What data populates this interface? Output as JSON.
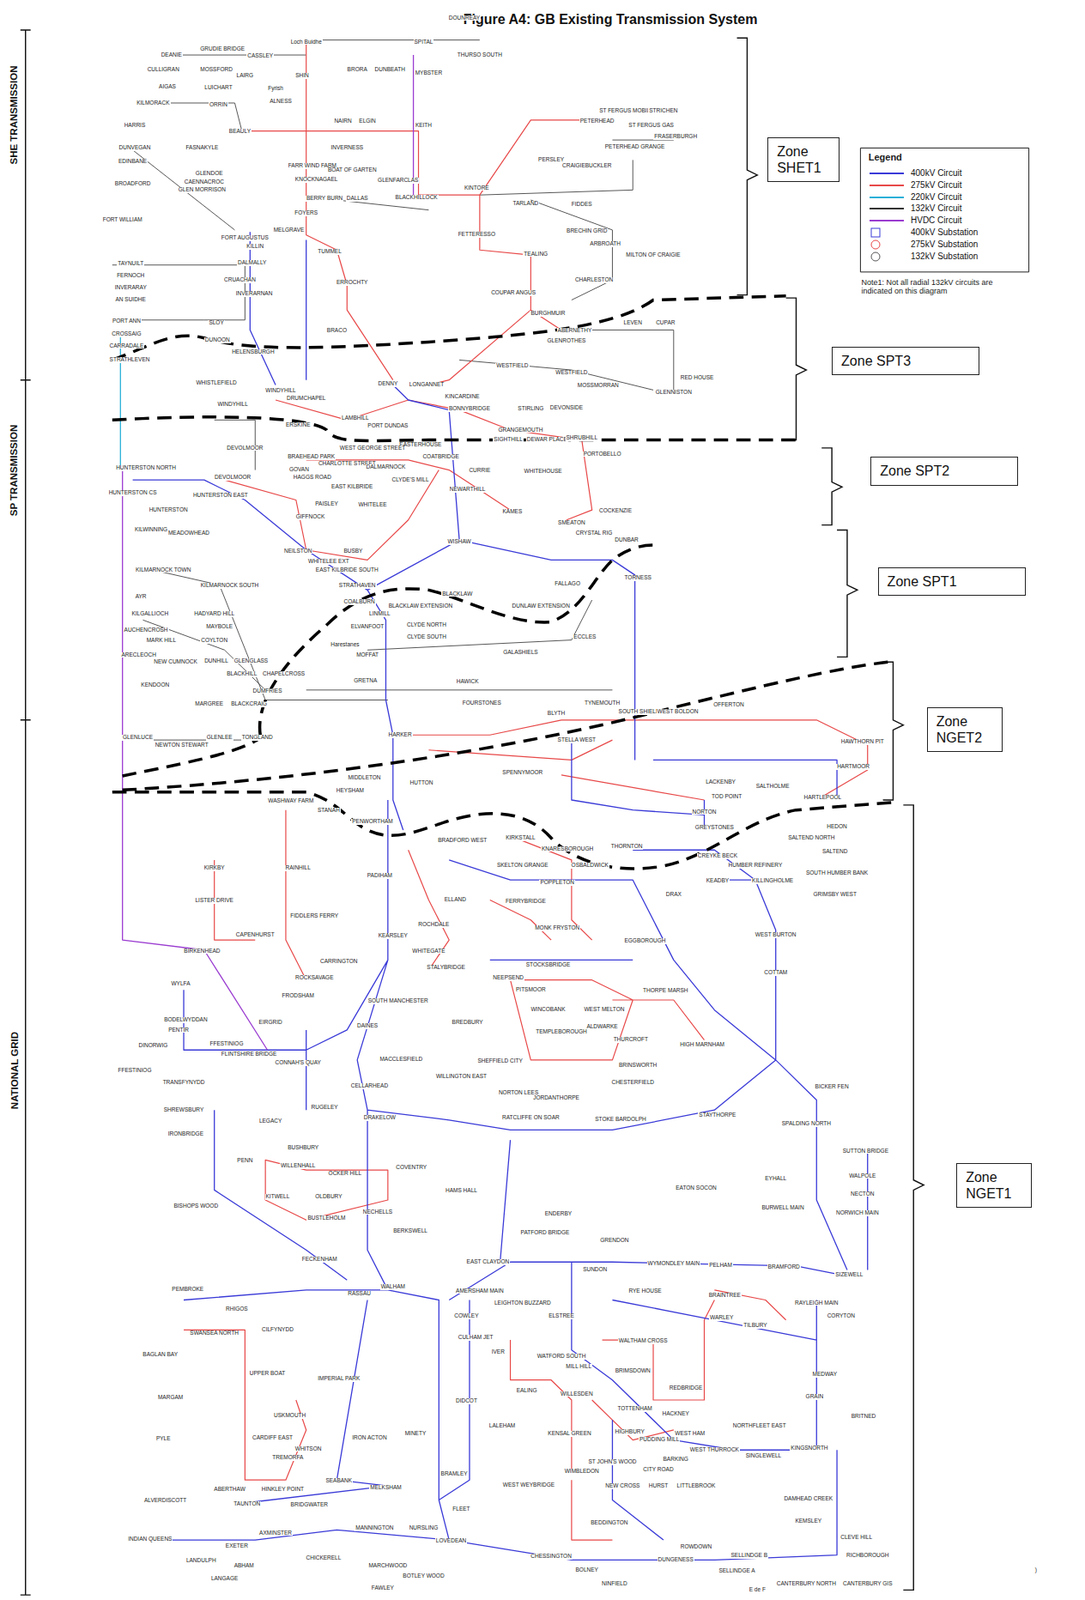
{
  "diagram": {
    "title": "Figure A4: GB Existing Transmission System",
    "nodes": [
      {
        "text": [
          "Zone SHET1"
        ]
      },
      {
        "text": [
          "Zone SPT3"
        ]
      },
      {
        "text": [
          "Zone SPT2"
        ]
      },
      {
        "text": [
          "Zone SPT1"
        ]
      },
      {
        "text": [
          "Zone NGET2"
        ]
      },
      {
        "text": [
          "Zone NGET1"
        ]
      }
    ],
    "labels": [
      "SHE TRANSMISSION",
      "SP TRANSMISSION",
      "NATIONAL GRID",
      "Legend",
      "Note1: Not all radial 132kV circuits are indicated on this diagram",
      ")",
      "DOUNREAY",
      "Loch Buidhe",
      "SPITAL",
      "THURSO SOUTH",
      "GRUDIE BRIDGE",
      "DEANIE",
      "CASSLEY",
      "BRORA",
      "DUNBEATH",
      "MYBSTER",
      "CULLIGRAN",
      "MOSSFORD",
      "LAIRG",
      "SHIN",
      "AIGAS",
      "LUICHART",
      "Fyrish",
      "ALNESS",
      "KILMORACK",
      "ORRIN",
      "HARRIS",
      "BEAULY",
      "NAIRN",
      "ELGIN",
      "KEITH",
      "INVERNESS",
      "PETERHEAD",
      "ST FERGUS MOBIL",
      "STRICHEN",
      "FRASERBURGH",
      "ST FERGUS GAS",
      "PETERHEAD GRANGE",
      "DUNVEGAN",
      "FASNAKYLE",
      "PERSLEY",
      "CRAIGIEBUCKLER",
      "FARR WIND FARM",
      "BOAT OF GARTEN",
      "GLENDOE",
      "KNOCKNAGAEL",
      "GLENFARCLAS",
      "CAENNACROC",
      "EDINBANE",
      "BROADFORD",
      "GLEN MORRISON",
      "BERRY BURN",
      "DALLAS",
      "BLACKHILLOCK",
      "KINTORE",
      "TARLAND",
      "FIDDES",
      "FOYERS",
      "FORT WILLIAM",
      "MELGRAVE",
      "BRECHIN GRID",
      "FETTERESSO",
      "FORT AUGUSTUS",
      "KILLIN",
      "TUMMEL",
      "ARBROATH",
      "TEALING",
      "MILTON OF CRAIGIE",
      "TAYNUILT",
      "DALMALLY",
      "FERNOCH",
      "CRUACHAN",
      "CHARLESTON",
      "ERROCHTY",
      "INVERARAY",
      "INVERARNAN",
      "COUPAR ANGUS",
      "AN SUIDHE",
      "BURGHMUIR",
      "PORT ANN",
      "SLOY",
      "LEVEN",
      "CUPAR",
      "ABERNETHY",
      "BRACO",
      "CROSSAIG",
      "DUNOON",
      "GLENROTHES",
      "CARRADALE",
      "HELENSBURGH",
      "STRATHLEVEN",
      "WESTFIELD",
      "WESTFIELD",
      "RED HOUSE",
      "WHISTLEFIELD",
      "DENNY",
      "LONGANNET",
      "MOSSMORRAN",
      "GLENNISTON",
      "WINDYHILL",
      "KINCARDINE",
      "DRUMCHAPEL",
      "WINDYHILL",
      "BONNYBRIDGE",
      "STIRLING",
      "DEVONSIDE",
      "LAMBHILL",
      "ERSKINE",
      "PORT DUNDAS",
      "GRANGEMOUTH",
      "SIGHTHILL",
      "DEWAR PLACE",
      "SHRUBHILL",
      "EASTERHOUSE",
      "WEST GEORGE STREET",
      "DEVOLMOOR",
      "PORTOBELLO",
      "BRAEHEAD PARK",
      "COATBRIDGE",
      "CHARLOTTE STREET",
      "DALMARNOCK",
      "HUNTERSTON NORTH",
      "CURRIE",
      "WHITEHOUSE",
      "GOVAN",
      "DEVOLMOOR",
      "HAGGS ROAD",
      "CLYDE'S MILL",
      "EAST KILBRIDE",
      "NEWARTHILL",
      "HUNTERSTON CS",
      "HUNTERSTON EAST",
      "PAISLEY",
      "WHITELEE",
      "HUNTERSTON",
      "COCKENZIE",
      "KAMES",
      "GIFFNOCK",
      "SMEATON",
      "KILWINNING",
      "MEADOWHEAD",
      "CRYSTAL RIG",
      "DUNBAR",
      "WISHAW",
      "NEILSTON",
      "BUSBY",
      "WHITELEE EXT",
      "EAST KILBRIDE SOUTH",
      "KILMARNOCK TOWN",
      "TORNESS",
      "FALLAGO",
      "KILMARNOCK SOUTH",
      "STRATHAVEN",
      "BLACKLAW",
      "AYR",
      "DUNLAW EXTENSION",
      "COALBURN",
      "BLACKLAW EXTENSION",
      "LINMILL",
      "HADYARD HILL",
      "KILGALLIOCH",
      "CLYDE NORTH",
      "ELVANFOOT",
      "MAYBOLE",
      "AUCHENCROSH",
      "CLYDE SOUTH",
      "ECCLES",
      "MARK HILL",
      "COYLTON",
      "Harestanes",
      "GALASHIELS",
      "MOFFAT",
      "ARECLEOCH",
      "NEW CUMNOCK",
      "DUNHILL",
      "GLENGLASS",
      "BLACKHILL",
      "CHAPELCROSS",
      "GRETNA",
      "HAWICK",
      "KENDOON",
      "DUMFRIES",
      "MARGREE",
      "BLACKCRAIG",
      "FOURSTONES",
      "TYNEMOUTH",
      "OFFERTON",
      "SOUTH SHIELDS",
      "WEST BOLDON",
      "BLYTH",
      "HARKER",
      "GLENLUCE",
      "NEWTON STEWART",
      "GLENLEE",
      "TONGLAND",
      "STELLA WEST",
      "HAWTHORN PIT",
      "HARTMOOR",
      "SPENNYMOOR",
      "MIDDLETON",
      "LACKENBY",
      "HUTTON",
      "SALTHOLME",
      "HEYSHAM",
      "TOD POINT",
      "HARTLEPOOL",
      "WASHWAY FARM",
      "STANAH",
      "NORTON",
      "PENWORTHAM",
      "HEDON",
      "GREYSTONES",
      "SALTEND NORTH",
      "KIRKSTALL",
      "BRADFORD WEST",
      "THORNTON",
      "KNARESBOROUGH",
      "SALTEND",
      "CREYKE BECK",
      "HUMBER REFINERY",
      "SKELTON GRANGE",
      "OSBALDWICK",
      "KIRKBY",
      "RAINHILL",
      "SOUTH HUMBER BANK",
      "PADIHAM",
      "KEADBY",
      "KILLINGHOLME",
      "POPPLETON",
      "DRAX",
      "GRIMSBY WEST",
      "ELLAND",
      "LISTER DRIVE",
      "FERRYBRIDGE",
      "FIDDLERS FERRY",
      "ROCHDALE",
      "MONK FRYSTON",
      "WEST BURTON",
      "KEARSLEY",
      "CAPENHURST",
      "EGGBOROUGH",
      "BIRKENHEAD",
      "WHITEGATE",
      "CARRINGTON",
      "STOCKSBRIDGE",
      "STALYBRIDGE",
      "COTTAM",
      "ROCKSAVAGE",
      "NEEPSEND",
      "WYLFA",
      "PITSMOOR",
      "THORPE MARSH",
      "FRODSHAM",
      "SOUTH MANCHESTER",
      "WINCOBANK",
      "WEST MELTON",
      "BODELWYDDAN",
      "EIRGRID",
      "BREDBURY",
      "DAINES",
      "ALDWARKE",
      "PENTIR",
      "TEMPLEBOROUGH",
      "THURCROFT",
      "FFESTINIOG",
      "DINORWIG",
      "HIGH MARNHAM",
      "FLINTSHIRE BRIDGE",
      "CONNAH'S QUAY",
      "MACCLESFIELD",
      "SHEFFIELD CITY",
      "BRINSWORTH",
      "FFESTINIOG",
      "WILLINGTON EAST",
      "CHESTERFIELD",
      "TRANSFYNYDD",
      "CELLARHEAD",
      "BICKER FEN",
      "NORTON LEES",
      "JORDANTHORPE",
      "RUGELEY",
      "SHREWSBURY",
      "STAYTHORPE",
      "DRAKELOW",
      "RATCLIFFE ON SOAR",
      "STOKE BARDOLPH",
      "LEGACY",
      "SPALDING NORTH",
      "IRONBRIDGE",
      "BUSHBURY",
      "SUTTON BRIDGE",
      "PENN",
      "WILLENHALL",
      "COVENTRY",
      "OCKER HILL",
      "WALPOLE",
      "EYHALL",
      "EATON SOCON",
      "HAMS HALL",
      "NECTON",
      "KITWELL",
      "OLDBURY",
      "BISHOPS WOOD",
      "BURWELL MAIN",
      "NECHELLS",
      "NORWICH MAIN",
      "ENDERBY",
      "BUSTLEHOLM",
      "BERKSWELL",
      "PATFORD BRIDGE",
      "GRENDON",
      "FECKENHAM",
      "EAST CLAYDON",
      "WYMONDLEY MAIN",
      "SUNDON",
      "PELHAM",
      "BRAMFORD",
      "SIZEWELL",
      "WALHAM",
      "PEMBROKE",
      "AMERSHAM MAIN",
      "RYE HOUSE",
      "RASSAU",
      "BRAINTREE",
      "LEIGHTON BUZZARD",
      "RAYLEIGH MAIN",
      "RHIGOS",
      "CORYTON",
      "COWLEY",
      "ELSTREE",
      "WARLEY",
      "TILBURY",
      "CILFYNYDD",
      "SWANSEA NORTH",
      "CULHAM JET",
      "WALTHAM CROSS",
      "IVER",
      "BAGLAN BAY",
      "WATFORD SOUTH",
      "MILL HILL",
      "BRIMSDOWN",
      "UPPER BOAT",
      "MEDWAY",
      "IMPERIAL PARK",
      "REDBRIDGE",
      "EALING",
      "WILLESDEN",
      "GRAIN",
      "MARGAM",
      "DIDCOT",
      "TOTTENHAM",
      "HACKNEY",
      "USKMOUTH",
      "BRITNED",
      "LALEHAM",
      "NORTHFLEET EAST",
      "HIGHBURY",
      "KENSAL GREEN",
      "PUDDING MILL",
      "WEST HAM",
      "MINETY",
      "IRON ACTON",
      "CARDIFF EAST",
      "PYLE",
      "KINGSNORTH",
      "WHITSON",
      "WEST THURROCK",
      "SINGLEWELL",
      "TREMORFA",
      "BARKING",
      "ST JOHN'S WOOD",
      "CITY ROAD",
      "WIMBLEDON",
      "BRAMLEY",
      "SEABANK",
      "WEST WEYBRIDGE",
      "LITTLEBROOK",
      "NEW CROSS",
      "HURST",
      "MELKSHAM",
      "HINKLEY POINT",
      "ABERTHAW",
      "DAMHEAD CREEK",
      "ALVERDISCOTT",
      "TAUNTON",
      "BRIDGWATER",
      "FLEET",
      "KEMSLEY",
      "BEDDINGTON",
      "MANNINGTON",
      "NURSLING",
      "AXMINSTER",
      "CLEVE HILL",
      "INDIAN QUEENS",
      "LOVEDEAN",
      "EXETER",
      "ROWDOWN",
      "DUNGENESS",
      "SELLINDGE B",
      "RICHBOROUGH",
      "BOLNEY",
      "CHESSINGTON",
      "CHICKERELL",
      "LANDULPH",
      "MARCHWOOD",
      "ABHAM",
      "BOTLEY WOOD",
      "SELLINDGE A",
      "LANGAGE",
      "NINFIELD",
      "CANTERBURY NORTH",
      "CANTERBURY GIS",
      "FAWLEY",
      "E de F"
    ],
    "legend": [
      {
        "text": "400kV Circuit"
      },
      {
        "text": "275kV Circuit"
      },
      {
        "text": "220kV Circuit"
      },
      {
        "text": "132kV Circuit"
      },
      {
        "text": "HVDC Circuit"
      },
      {
        "text": "400kV Substation"
      },
      {
        "text": "275kV Substation"
      },
      {
        "text": "132kV Substation"
      }
    ]
  }
}
